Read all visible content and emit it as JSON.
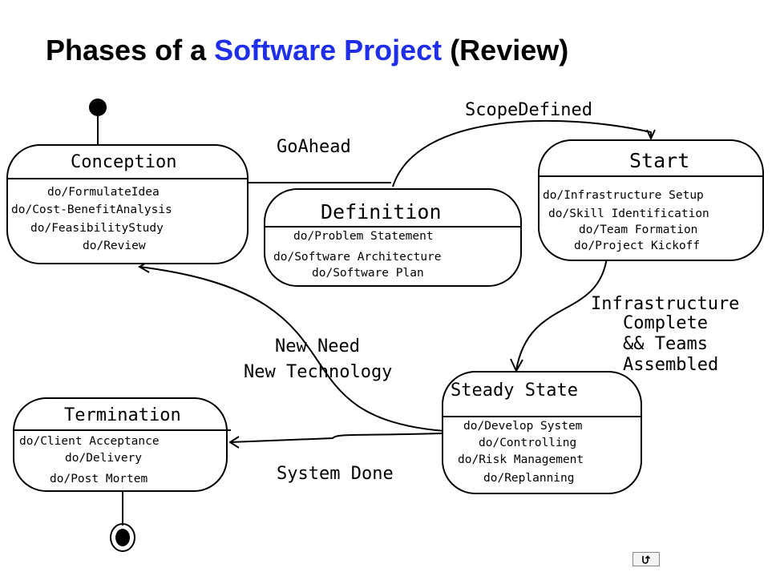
{
  "title": {
    "prefix": "Phases of a ",
    "accent": "Software Project",
    "suffix": " (Review)"
  },
  "colors": {
    "accent": "#1f2ee8",
    "ink": "#000000",
    "background": "#ffffff"
  },
  "states": {
    "conception": {
      "name": "Conception",
      "activities": [
        "do/FormulateIdea",
        "do/Cost-BenefitAnalysis",
        "do/FeasibilityStudy",
        "do/Review"
      ]
    },
    "definition": {
      "name": "Definition",
      "activities": [
        "do/Problem Statement",
        "do/Software Architecture",
        "do/Software Plan"
      ]
    },
    "start": {
      "name": "Start",
      "activities": [
        "do/Infrastructure Setup",
        "do/Skill Identification",
        "do/Team Formation",
        "do/Project Kickoff"
      ]
    },
    "steady_state": {
      "name": "Steady State",
      "activities": [
        "do/Develop System",
        "do/Controlling",
        "do/Risk Management",
        "do/Replanning"
      ]
    },
    "termination": {
      "name": "Termination",
      "activities": [
        "do/Client Acceptance",
        "do/Delivery",
        "do/Post Mortem"
      ]
    }
  },
  "transitions": {
    "go_ahead": "GoAhead",
    "scope_defined": "ScopeDefined",
    "infrastructure_complete": [
      "Infrastructure",
      "Complete",
      "&& Teams",
      "Assembled"
    ],
    "new_need": [
      "New Need",
      "New Technology"
    ],
    "system_done": "System Done"
  },
  "icons": {
    "nav": "return-arrow-icon",
    "initial": "initial-state-icon",
    "final": "final-state-icon"
  }
}
